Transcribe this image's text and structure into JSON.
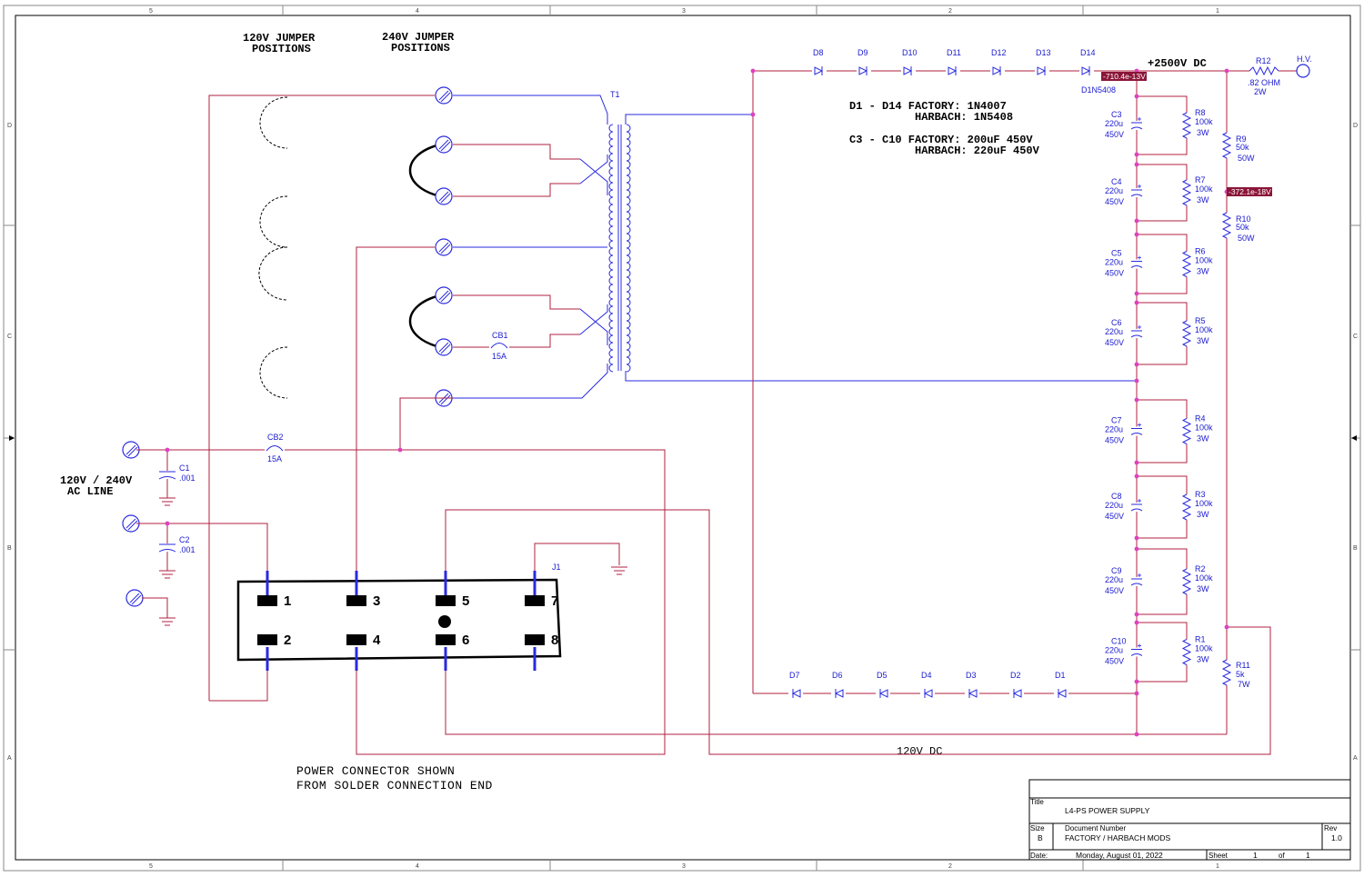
{
  "frame": {
    "cols": [
      "5",
      "4",
      "3",
      "2",
      "1"
    ],
    "rows": [
      "D",
      "C",
      "B",
      "A"
    ]
  },
  "notes": {
    "jumper120_line1": "120V JUMPER",
    "jumper120_line2": "POSITIONS",
    "jumper240_line1": "240V JUMPER",
    "jumper240_line2": "POSITIONS",
    "ac_line1": "120V / 240V",
    "ac_line2": "AC LINE",
    "connector_line1": "POWER CONNECTOR SHOWN",
    "connector_line2": "FROM SOLDER CONNECTION END",
    "hv_dc": "+2500V DC",
    "lv_dc": "120V DC",
    "note_d1": "D1 - D14 FACTORY: 1N4007",
    "note_d2": "HARBACH: 1N5408",
    "note_c1": "C3 - C10 FACTORY: 200uF 450V",
    "note_c2": "HARBACH: 220uF 450V"
  },
  "probes": {
    "p1": "-710.4e-13V",
    "p2": "-372.1e-18V"
  },
  "parts": {
    "T1": "T1",
    "CB1": "CB1",
    "CB1_v": "15A",
    "CB2": "CB2",
    "CB2_v": "15A",
    "C1": "C1",
    "C1_v": ".001",
    "C2": "C2",
    "C2_v": ".001",
    "J1": "J1",
    "R12": "R12",
    "R12_v": ".82 OHM",
    "R12_w": "2W",
    "HV": "H.V.",
    "D14_model": "D1N5408",
    "R9": "R9",
    "R9_v": "50k",
    "R9_w": "50W",
    "R10": "R10",
    "R10_v": "50k",
    "R10_w": "50W",
    "R11": "R11",
    "R11_v": "5k",
    "R11_w": "7W"
  },
  "diodes_top": [
    "D8",
    "D9",
    "D10",
    "D11",
    "D12",
    "D13",
    "D14"
  ],
  "diodes_bottom": [
    "D7",
    "D6",
    "D5",
    "D4",
    "D3",
    "D2",
    "D1"
  ],
  "caps": [
    {
      "name": "C3",
      "v": "220u",
      "r": "450V"
    },
    {
      "name": "C4",
      "v": "220u",
      "r": "450V"
    },
    {
      "name": "C5",
      "v": "220u",
      "r": "450V"
    },
    {
      "name": "C6",
      "v": "220u",
      "r": "450V"
    },
    {
      "name": "C7",
      "v": "220u",
      "r": "450V"
    },
    {
      "name": "C8",
      "v": "220u",
      "r": "450V"
    },
    {
      "name": "C9",
      "v": "220u",
      "r": "450V"
    },
    {
      "name": "C10",
      "v": "220u",
      "r": "450V"
    }
  ],
  "resistors": [
    {
      "name": "R8",
      "v": "100k",
      "w": "3W"
    },
    {
      "name": "R7",
      "v": "100k",
      "w": "3W"
    },
    {
      "name": "R6",
      "v": "100k",
      "w": "3W"
    },
    {
      "name": "R5",
      "v": "100k",
      "w": "3W"
    },
    {
      "name": "R4",
      "v": "100k",
      "w": "3W"
    },
    {
      "name": "R3",
      "v": "100k",
      "w": "3W"
    },
    {
      "name": "R2",
      "v": "100k",
      "w": "3W"
    },
    {
      "name": "R1",
      "v": "100k",
      "w": "3W"
    }
  ],
  "connector_pins": [
    "1",
    "2",
    "3",
    "4",
    "5",
    "6",
    "7",
    "8"
  ],
  "title_block": {
    "title_label": "Title",
    "title": "L4-PS POWER SUPPLY",
    "size_label": "Size",
    "size": "B",
    "docnum_label": "Document Number",
    "docnum": "FACTORY / HARBACH MODS",
    "rev_label": "Rev",
    "rev": "1.0",
    "date_label": "Date:",
    "date": "Monday, August 01, 2022",
    "sheet_label": "Sheet",
    "sheet": "1",
    "of_label": "of",
    "sheets": "1"
  }
}
